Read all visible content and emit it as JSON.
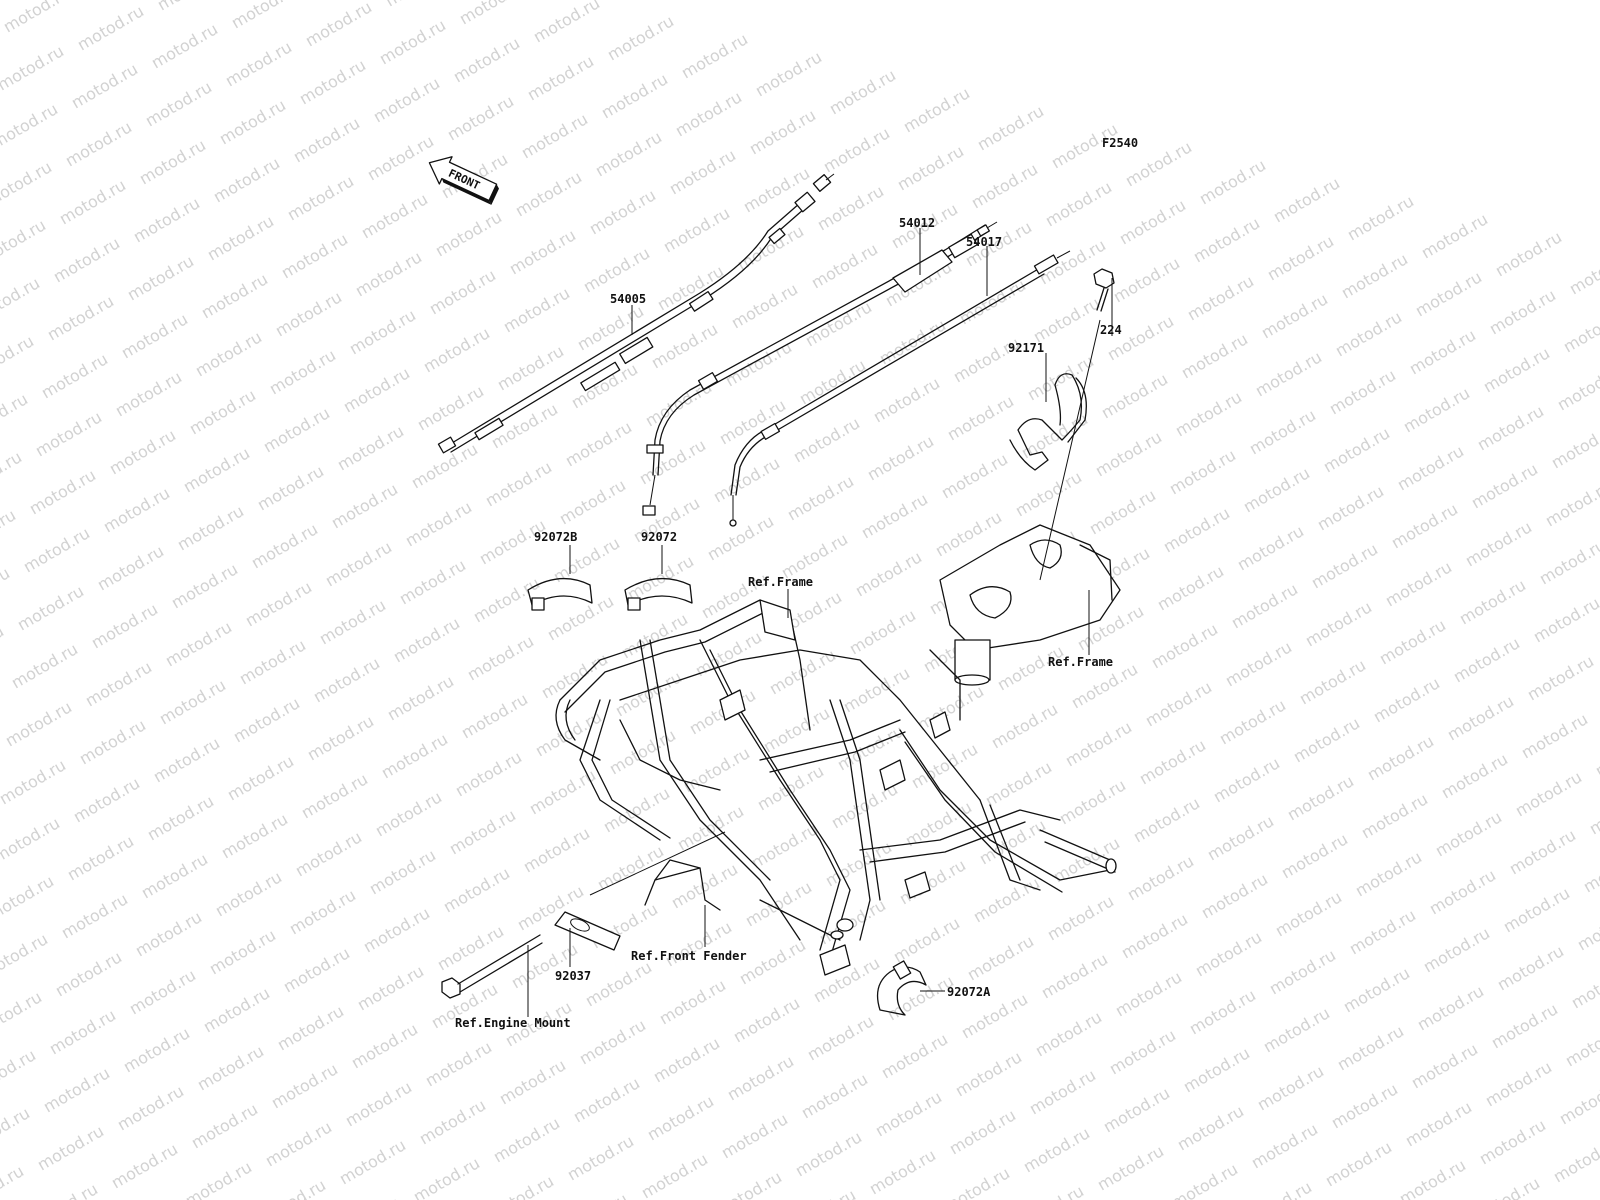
{
  "watermark": {
    "text": "motod.ru"
  },
  "figure_code": "F2540",
  "front_arrow": {
    "label": "FRONT",
    "icon": "front-direction-arrow-icon"
  },
  "parts": {
    "cable_54005": "54005",
    "cable_54012": "54012",
    "cable_54017": "54017",
    "bolt_224": "224",
    "bracket_92171": "92171",
    "band_92072b": "92072B",
    "band_92072": "92072",
    "band_92072a": "92072A",
    "plate_92037": "92037"
  },
  "references": {
    "frame_top": "Ref.Frame",
    "frame_right": "Ref.Frame",
    "front_fender": "Ref.Front Fender",
    "engine_mount": "Ref.Engine Mount"
  }
}
